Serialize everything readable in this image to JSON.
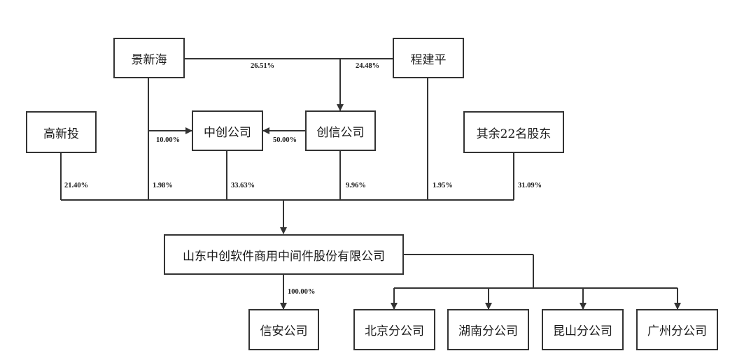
{
  "nodes": {
    "jing_xinhai": "景新海",
    "cheng_jianping": "程建平",
    "gaoxintou": "高新投",
    "zhongchuang": "中创公司",
    "chuangxin": "创信公司",
    "other_shareholders": "其余22名股东",
    "main_company": "山东中创软件商用中间件股份有限公司",
    "xinan": "信安公司",
    "beijing_branch": "北京分公司",
    "hunan_branch": "湖南分公司",
    "kunshan_branch": "昆山分公司",
    "guangzhou_branch": "广州分公司"
  },
  "edges": {
    "jing_to_chuangxin": "26.51%",
    "cheng_to_chuangxin": "24.48%",
    "jing_to_zhongchuang": "10.00%",
    "chuangxin_to_zhongchuang": "50.00%",
    "gaoxintou_to_main": "21.40%",
    "jing_to_main": "1.98%",
    "zhongchuang_to_main": "33.63%",
    "chuangxin_to_main": "9.96%",
    "cheng_to_main": "1.95%",
    "others_to_main": "31.09%",
    "main_to_xinan": "100.00%"
  }
}
